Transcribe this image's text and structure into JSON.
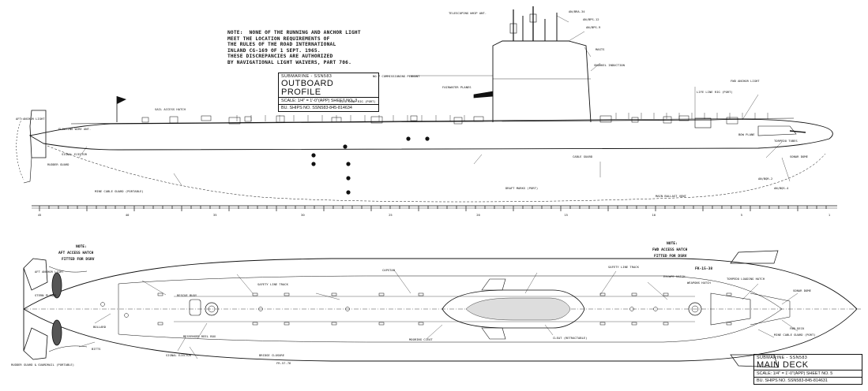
{
  "note_top": {
    "lines": [
      "NOTE:  NONE OF THE RUNNING AND ANCHOR LIGHT",
      "MEET THE LOCATION REQUIREMENTS OF",
      "THE RULES OF THE ROAD INTERNATIONAL",
      "INLAND CG-169 OF 1 SEPT. 1965.",
      "THESE DISCREPANCIES ARE AUTHORIZED",
      "BY NAVIGATIONAL LIGHT WAIVERS, PART 706."
    ]
  },
  "title_block_profile": {
    "vessel": "SUBMARINE - SSN583",
    "view": "OUTBOARD PROFILE",
    "scale": "SCALE: 1/4\" = 1'-0\"(APP) SHEET NO. 3",
    "ships_no": "BU. SHIPS NO. SSN583-845-814634"
  },
  "title_block_deck": {
    "vessel": "SUBMARINE - SSN583",
    "view": "MAIN DECK",
    "scale": "SCALE: 1/4\" = 1'-0\"(APP) SHEET NO. 5",
    "ships_no": "BU. SHIPS NO. SSN583-845-814631"
  },
  "profile_labels": {
    "commissioning_pennant": "NO.7 COMMISSIONING PENNANT",
    "aft_anchor": "AFT ANCHOR LIGHT",
    "floating_wire": "FLOATING WIRE ANT.",
    "life_line_fwd": "LIFE LINE RIG (PORT)",
    "life_line_aft": "LIFE LINE RIG (PORT)",
    "sail_hatch": "SAIL ACCESS HATCH",
    "signal_ejector": "SIGNAL EJECTOR",
    "mine_cable_guard": "MINE CABLE GUARD (PORTABLE)",
    "bow_plane": "BOW PLANE",
    "fwd_anchor": "FWD ANCHOR LIGHT",
    "periscope_1": "AN/BRA-34",
    "periscope_2": "AN/BPS-12",
    "radar": "AN/BPS-9",
    "telescoping_whip": "TELESCOPING WHIP ANT.",
    "hydrophone": "AN/BQR-2",
    "bqs": "AN/BQS-4",
    "rudder_guard": "RUDDER GUARD",
    "draft_marks_port": "DRAFT MARKS (PORT)",
    "cable_guard_fwd": "CABLE GUARD",
    "torpedo_tubes": "TORPEDO TUBES",
    "main_ballast": "MAIN BALLAST VENT",
    "snorkel": "SNORKEL INDUCTION",
    "masts": "MASTS",
    "sonar_dome": "SONAR DOME",
    "fairwater_planes": "FAIRWATER PLANES"
  },
  "deck_labels": {
    "note_aft": "NOTE:",
    "aft_hatch": "AFT ACCESS HATCH",
    "fitted_aft": "FITTED FOR DSRV",
    "note_fwd": "NOTE:",
    "fwd_hatch": "FWD ACCESS HATCH",
    "fitted_fwd": "FITTED FOR DSRV",
    "safety_track_1": "SAFETY LINE TRACK",
    "safety_track_2": "SAFETY LINE TRACK",
    "escape_hatch": "ESCAPE HATCH",
    "weapons_hatch": "WEAPONS HATCH",
    "stern_planes": "STERN PLANES",
    "mine_cable_guard": "MINE CABLE GUARD (PORT)",
    "signal_ejector": "SIGNAL EJECTOR",
    "cleat_retractable": "CLEAT (RETRACTABLE)",
    "aft_anchor": "AFT ANCHOR LIGHT",
    "bollard": "BOLLARD",
    "bitts": "BITTS",
    "rudder_guard": "RUDDER GUARD & GUARDRAIL (PORTABLE)",
    "flying_bridge": "BRIDGE CLOSURE",
    "hatch_ref": "FR-57-76",
    "rescue_buoy": "RESCUE BUOY",
    "capstan": "CAPSTAN",
    "messenger_reel": "MESSENGER REEL BOX",
    "mooring_cleat": "MOORING CLEAT",
    "sonar_dome": "SONAR DOME",
    "torpedo_loading": "TORPEDO LOADING HATCH",
    "fk": "FK-15-38",
    "fwd_deck": "FWD DECK"
  },
  "frame_numbers": [
    "45",
    "40",
    "35",
    "30",
    "25",
    "20",
    "15",
    "10",
    "5",
    "1"
  ],
  "colors": {
    "ink": "#111111",
    "paper": "#ffffff"
  }
}
